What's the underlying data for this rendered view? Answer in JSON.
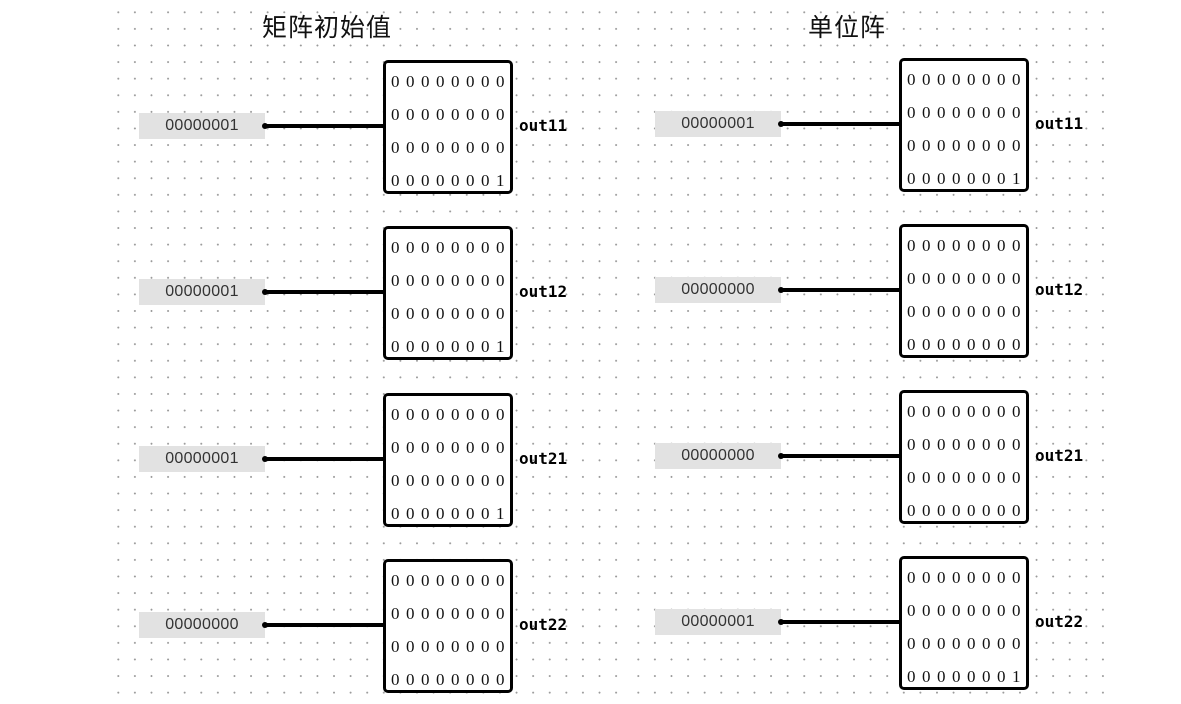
{
  "panels": [
    {
      "title": "矩阵初始值",
      "circuits": [
        {
          "input": "00000001",
          "output_label": "out11",
          "matrix": [
            [
              0,
              0,
              0,
              0,
              0,
              0,
              0,
              0
            ],
            [
              0,
              0,
              0,
              0,
              0,
              0,
              0,
              0
            ],
            [
              0,
              0,
              0,
              0,
              0,
              0,
              0,
              0
            ],
            [
              0,
              0,
              0,
              0,
              0,
              0,
              0,
              1
            ]
          ]
        },
        {
          "input": "00000001",
          "output_label": "out12",
          "matrix": [
            [
              0,
              0,
              0,
              0,
              0,
              0,
              0,
              0
            ],
            [
              0,
              0,
              0,
              0,
              0,
              0,
              0,
              0
            ],
            [
              0,
              0,
              0,
              0,
              0,
              0,
              0,
              0
            ],
            [
              0,
              0,
              0,
              0,
              0,
              0,
              0,
              1
            ]
          ]
        },
        {
          "input": "00000001",
          "output_label": "out21",
          "matrix": [
            [
              0,
              0,
              0,
              0,
              0,
              0,
              0,
              0
            ],
            [
              0,
              0,
              0,
              0,
              0,
              0,
              0,
              0
            ],
            [
              0,
              0,
              0,
              0,
              0,
              0,
              0,
              0
            ],
            [
              0,
              0,
              0,
              0,
              0,
              0,
              0,
              1
            ]
          ]
        },
        {
          "input": "00000000",
          "output_label": "out22",
          "matrix": [
            [
              0,
              0,
              0,
              0,
              0,
              0,
              0,
              0
            ],
            [
              0,
              0,
              0,
              0,
              0,
              0,
              0,
              0
            ],
            [
              0,
              0,
              0,
              0,
              0,
              0,
              0,
              0
            ],
            [
              0,
              0,
              0,
              0,
              0,
              0,
              0,
              0
            ]
          ]
        }
      ]
    },
    {
      "title": "单位阵",
      "circuits": [
        {
          "input": "00000001",
          "output_label": "out11",
          "matrix": [
            [
              0,
              0,
              0,
              0,
              0,
              0,
              0,
              0
            ],
            [
              0,
              0,
              0,
              0,
              0,
              0,
              0,
              0
            ],
            [
              0,
              0,
              0,
              0,
              0,
              0,
              0,
              0
            ],
            [
              0,
              0,
              0,
              0,
              0,
              0,
              0,
              1
            ]
          ]
        },
        {
          "input": "00000000",
          "output_label": "out12",
          "matrix": [
            [
              0,
              0,
              0,
              0,
              0,
              0,
              0,
              0
            ],
            [
              0,
              0,
              0,
              0,
              0,
              0,
              0,
              0
            ],
            [
              0,
              0,
              0,
              0,
              0,
              0,
              0,
              0
            ],
            [
              0,
              0,
              0,
              0,
              0,
              0,
              0,
              0
            ]
          ]
        },
        {
          "input": "00000000",
          "output_label": "out21",
          "matrix": [
            [
              0,
              0,
              0,
              0,
              0,
              0,
              0,
              0
            ],
            [
              0,
              0,
              0,
              0,
              0,
              0,
              0,
              0
            ],
            [
              0,
              0,
              0,
              0,
              0,
              0,
              0,
              0
            ],
            [
              0,
              0,
              0,
              0,
              0,
              0,
              0,
              0
            ]
          ]
        },
        {
          "input": "00000001",
          "output_label": "out22",
          "matrix": [
            [
              0,
              0,
              0,
              0,
              0,
              0,
              0,
              0
            ],
            [
              0,
              0,
              0,
              0,
              0,
              0,
              0,
              0
            ],
            [
              0,
              0,
              0,
              0,
              0,
              0,
              0,
              0
            ],
            [
              0,
              0,
              0,
              0,
              0,
              0,
              0,
              1
            ]
          ]
        }
      ]
    }
  ]
}
